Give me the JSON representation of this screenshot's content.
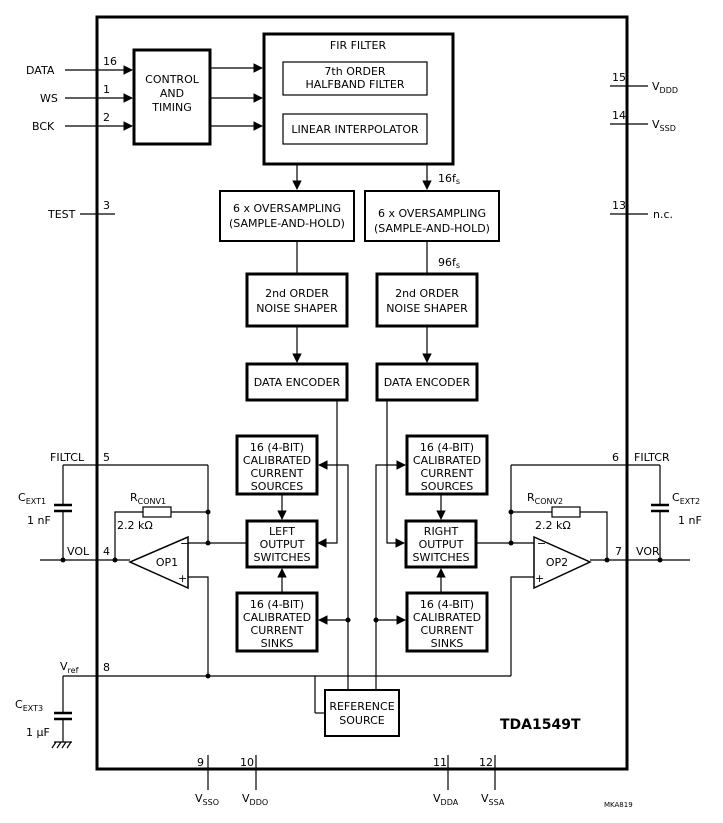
{
  "pins": {
    "data": {
      "label": "DATA",
      "num": "16"
    },
    "ws": {
      "label": "WS",
      "num": "1"
    },
    "bck": {
      "label": "BCK",
      "num": "2"
    },
    "test": {
      "label": "TEST",
      "num": "3"
    },
    "filtcl": {
      "label": "FILTCL",
      "num": "5"
    },
    "vol": {
      "label": "VOL",
      "num": "4"
    },
    "vref": {
      "label": "V",
      "sub": "ref",
      "num": "8"
    },
    "vddd": {
      "label": "V",
      "sub": "DDD",
      "num": "15"
    },
    "vssd": {
      "label": "V",
      "sub": "SSD",
      "num": "14"
    },
    "nc": {
      "label": "n.c.",
      "num": "13"
    },
    "filtcr": {
      "label": "FILTCR",
      "num": "6"
    },
    "vor": {
      "label": "VOR",
      "num": "7"
    },
    "vsso": {
      "label": "V",
      "sub": "SSO",
      "num": "9"
    },
    "vddo": {
      "label": "V",
      "sub": "DDO",
      "num": "10"
    },
    "vdda": {
      "label": "V",
      "sub": "DDA",
      "num": "11"
    },
    "vssa": {
      "label": "V",
      "sub": "SSA",
      "num": "12"
    }
  },
  "blocks": {
    "control": [
      "CONTROL",
      "AND",
      "TIMING"
    ],
    "fir_title": "FIR FILTER",
    "halfband": [
      "7th ORDER",
      "HALFBAND FILTER"
    ],
    "interp": "LINEAR INTERPOLATOR",
    "overs": [
      "6 x OVERSAMPLING",
      "(SAMPLE-AND-HOLD)"
    ],
    "shaper": [
      "2nd ORDER",
      "NOISE SHAPER"
    ],
    "encoder": "DATA ENCODER",
    "sources": [
      "16 (4-BIT)",
      "CALIBRATED",
      "CURRENT",
      "SOURCES"
    ],
    "sinks": [
      "16 (4-BIT)",
      "CALIBRATED",
      "CURRENT",
      "SINKS"
    ],
    "left_sw": [
      "LEFT",
      "OUTPUT",
      "SWITCHES"
    ],
    "right_sw": [
      "RIGHT",
      "OUTPUT",
      "SWITCHES"
    ],
    "op1": "OP1",
    "op2": "OP2",
    "reference": [
      "REFERENCE",
      "SOURCE"
    ]
  },
  "rates": {
    "fs16": "16f",
    "fs96": "96f",
    "fs_sub": "s"
  },
  "components": {
    "rconv1": {
      "label": "R",
      "sub": "CONV1",
      "value": "2.2 kΩ"
    },
    "rconv2": {
      "label": "R",
      "sub": "CONV2",
      "value": "2.2 kΩ"
    },
    "cext1": {
      "label": "C",
      "sub": "EXT1",
      "value": "1 nF"
    },
    "cext2": {
      "label": "C",
      "sub": "EXT2",
      "value": "1 nF"
    },
    "cext3": {
      "label": "C",
      "sub": "EXT3",
      "value": "1 μF"
    }
  },
  "opamp_signs": {
    "minus": "−",
    "plus": "+"
  },
  "chip_name": "TDA1549T",
  "figure_code": "MKA819"
}
